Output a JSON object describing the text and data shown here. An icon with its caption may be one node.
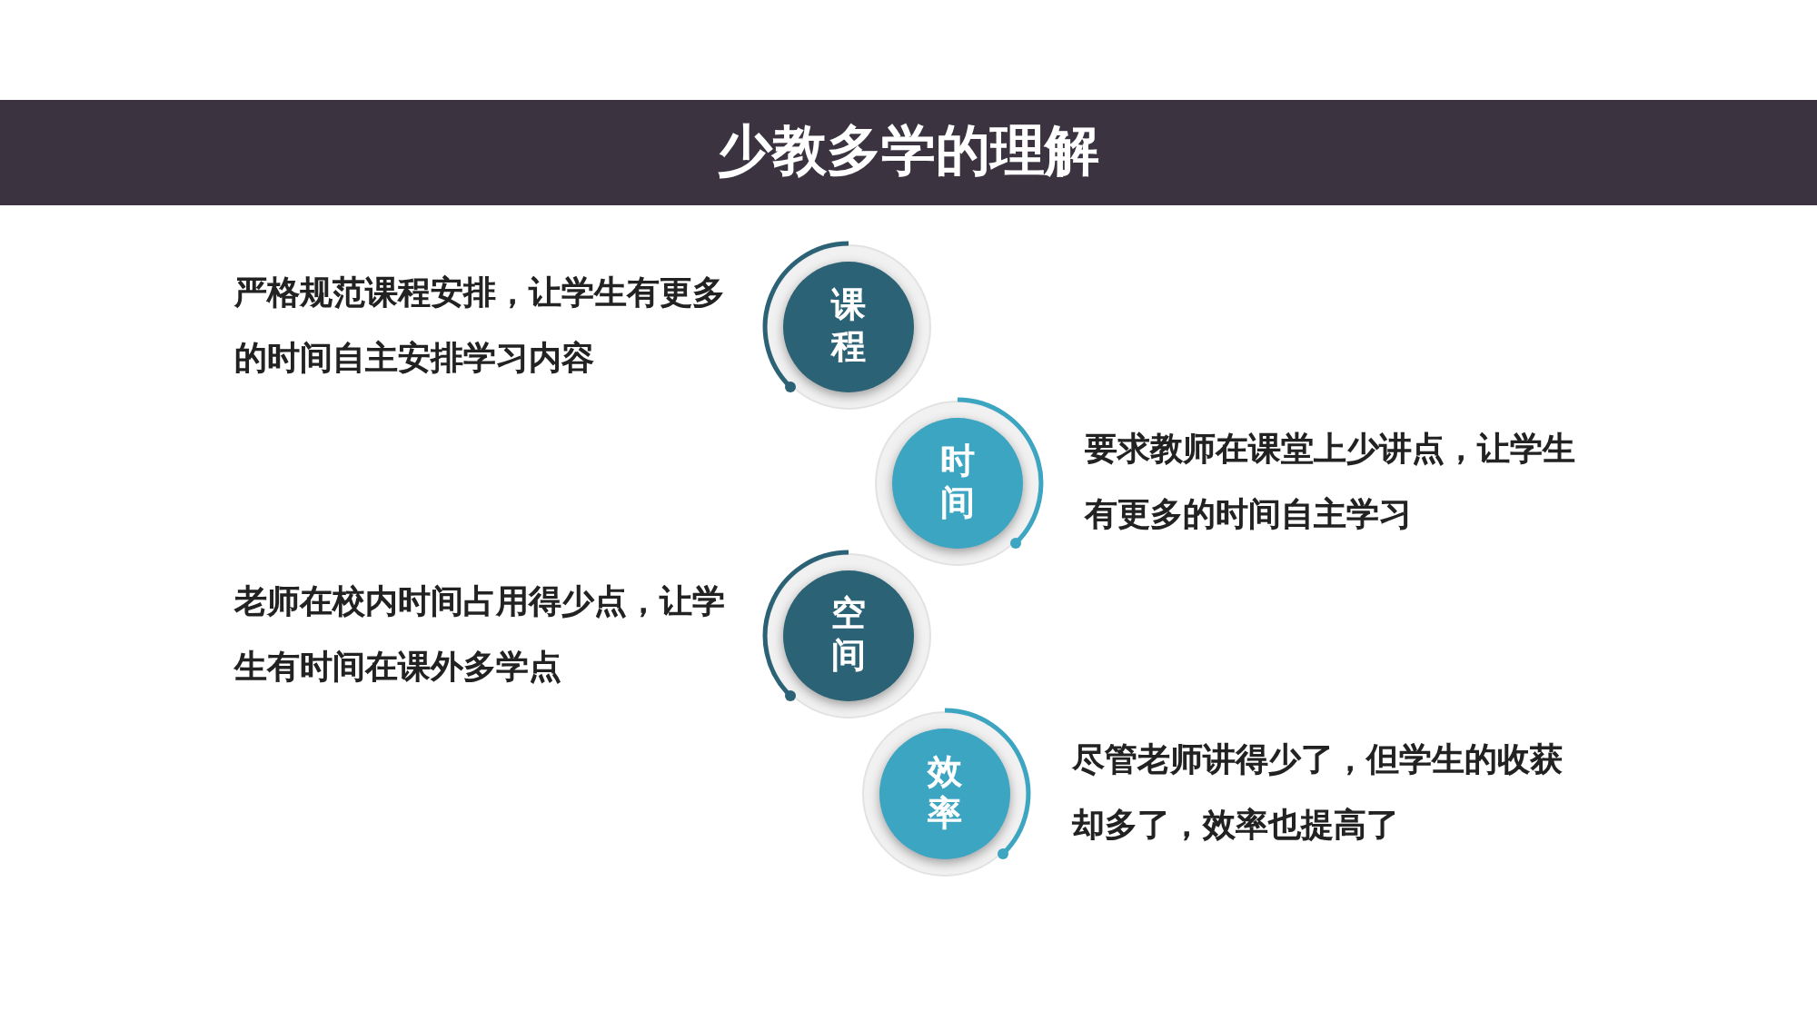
{
  "diagram": {
    "title": "少教多学的理解",
    "nodes": [
      {
        "text": [
          "课程"
        ],
        "beside": [
          "严格规范课程安排，让学生有更多的时间自主安排学习内容"
        ]
      },
      {
        "text": [
          "时间"
        ],
        "beside": [
          "要求教师在课堂上少讲点，让学生有更多的时间自主学习"
        ]
      },
      {
        "text": [
          "空间"
        ],
        "beside": [
          "老师在校内时间占用得少点，让学生有时间在课外多学点"
        ]
      },
      {
        "text": [
          "效率"
        ],
        "beside": [
          "尽管老师讲得少了，但学生的收获却多了，效率也提高了"
        ]
      }
    ]
  }
}
